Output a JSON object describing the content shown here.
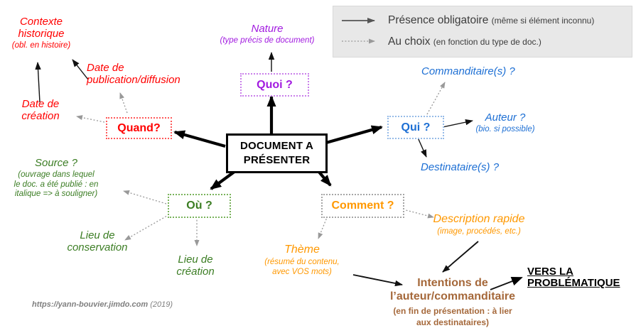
{
  "colors": {
    "red": "#FF0000",
    "red_border": "#FF5A5A",
    "purple": "#A21BE0",
    "purple_border": "#C97FEA",
    "blue": "#1D6FD4",
    "blue_border": "#96BBE8",
    "green": "#3B7D23",
    "green_border": "#7AB35C",
    "orange": "#FF9800",
    "brown": "#A5683A",
    "gray_arrow": "#999999",
    "comment_border": "#A6A6A6",
    "legend_bg": "#E8E8E8",
    "legend_text": "#3C3C3C",
    "footer_gray": "#7F7F7F"
  },
  "legend": {
    "solid_label": "Présence obligatoire ",
    "solid_note": "(même si élément inconnu)",
    "dotted_label": "Au choix ",
    "dotted_note": "(en fonction du type de doc.)"
  },
  "center_box": {
    "lines": [
      "DOCUMENT A",
      "PRÉSENTER"
    ]
  },
  "questions": {
    "quand": "Quand?",
    "quoi": "Quoi ?",
    "qui": "Qui ?",
    "ou": "Où ?",
    "comment": "Comment ?"
  },
  "nodes": {
    "contexte": {
      "lines": [
        "Contexte",
        "historique"
      ],
      "note": "(obl. en histoire)"
    },
    "date_publication": {
      "lines": [
        "Date de",
        "publication/diffusion"
      ]
    },
    "date_creation": {
      "lines": [
        "Date de",
        "création"
      ]
    },
    "nature": {
      "label": "Nature",
      "note": "(type précis de document)"
    },
    "commanditaires": {
      "label": "Commanditaire(s) ?"
    },
    "auteur": {
      "label": "Auteur ?",
      "note": "(bio. si possible)"
    },
    "destinataires": {
      "label": "Destinataire(s) ?"
    },
    "source": {
      "label": "Source ?",
      "note_lines": [
        "(ouvrage dans lequel",
        "le doc. a été publié : en",
        "italique => à souligner)"
      ]
    },
    "lieu_conservation": {
      "lines": [
        "Lieu de",
        "conservation"
      ]
    },
    "lieu_creation": {
      "lines": [
        "Lieu de",
        "création"
      ]
    },
    "theme": {
      "label": "Thème",
      "note_lines": [
        "(résumé du contenu,",
        "avec VOS mots)"
      ]
    },
    "description": {
      "label": "Description rapide",
      "note": "(image, procédés, etc.)"
    },
    "intentions": {
      "lines": [
        "Intentions de",
        "l’auteur/commanditaire"
      ],
      "note_lines": [
        "(en fin de présentation : à lier",
        "aux destinataires)"
      ]
    },
    "problematique": {
      "lines": [
        "VERS LA",
        "PROBLÉMATIQUE"
      ]
    }
  },
  "footer": {
    "url": "https://yann-bouvier.jimdo.com",
    "year": " (2019)"
  }
}
